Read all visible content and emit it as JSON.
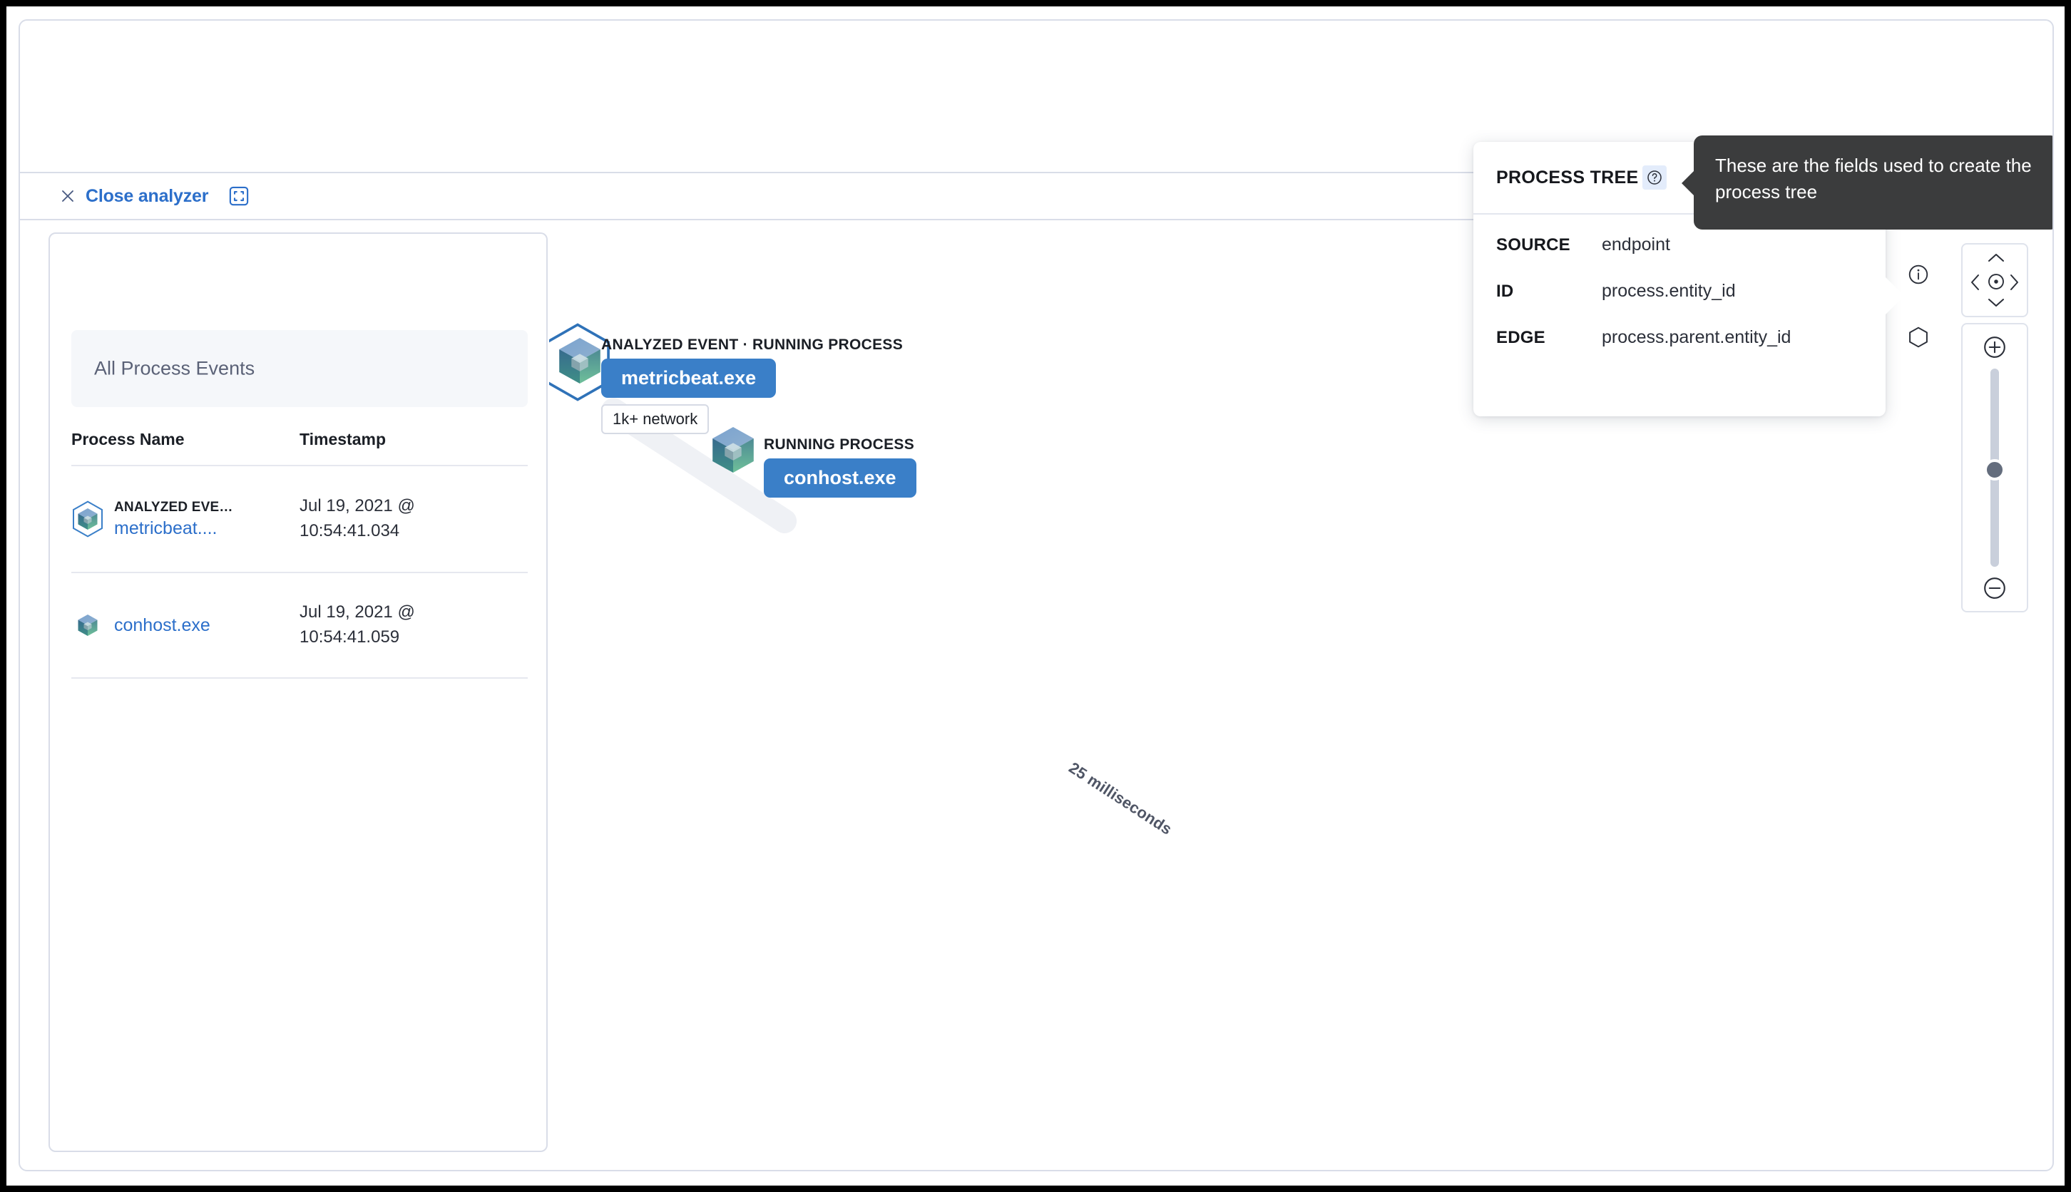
{
  "toolbar": {
    "close_label": "Close analyzer",
    "close_icon": "close-x-icon",
    "fullscreen_icon": "fullscreen-icon"
  },
  "event_list": {
    "filter_value": "All Process Events",
    "columns": [
      "Process Name",
      "Timestamp"
    ],
    "rows": [
      {
        "tag": "ANALYZED EVE…",
        "process": "metricbeat....",
        "timestamp_date": "Jul 19, 2021 @",
        "timestamp_time": "10:54:41.034",
        "icon": "process-cube-hex-icon"
      },
      {
        "tag": "",
        "process": "conhost.exe",
        "timestamp_date": "Jul 19, 2021 @",
        "timestamp_time": "10:54:41.059",
        "icon": "process-cube-icon"
      }
    ]
  },
  "graph": {
    "nodes": [
      {
        "kind": "ANALYZED EVENT · RUNNING PROCESS",
        "name": "metricbeat.exe",
        "badge": "1k+ network"
      },
      {
        "kind": "RUNNING PROCESS",
        "name": "conhost.exe",
        "badge": ""
      }
    ],
    "edge_label": "25 milliseconds"
  },
  "popover": {
    "title": "PROCESS TREE",
    "help_icon": "question-circle-icon",
    "rows": [
      {
        "key": "SOURCE",
        "value": "endpoint"
      },
      {
        "key": "ID",
        "value": "process.entity_id"
      },
      {
        "key": "EDGE",
        "value": "process.parent.entity_id"
      }
    ]
  },
  "tooltip": {
    "text": "These are the fields used to create the process tree"
  },
  "side_icons": [
    {
      "name": "info-circle-icon"
    },
    {
      "name": "hexagon-icon"
    }
  ],
  "map_controls": {
    "pan": {
      "up": "chevron-up-icon",
      "down": "chevron-down-icon",
      "left": "chevron-left-icon",
      "right": "chevron-right-icon",
      "center": "center-target-icon"
    },
    "zoom_in": "zoom-in-plus-icon",
    "zoom_out": "zoom-out-minus-icon",
    "zoom_level_percent": 51
  },
  "colors": {
    "accent_blue": "#2c6fca",
    "pill_blue": "#3a7fc8",
    "border": "#d9dde8",
    "tooltip_bg": "#3b3c3d",
    "filter_bg": "#f5f7fa"
  }
}
